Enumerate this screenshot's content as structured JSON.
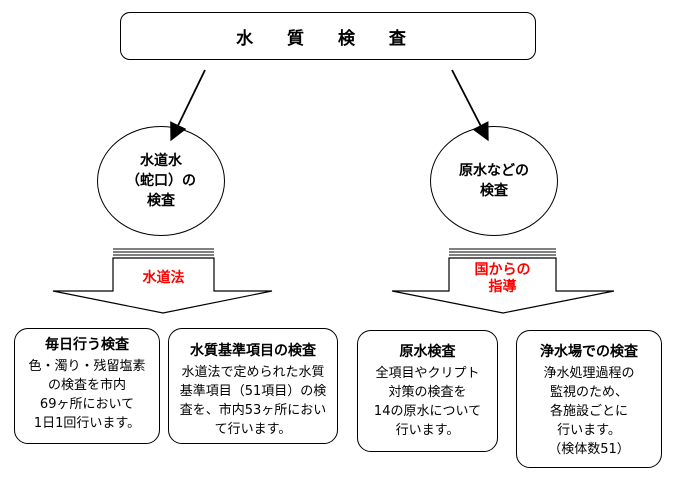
{
  "title": "水 質 検 査",
  "left_ellipse": "水道水\n（蛇口）の\n検査",
  "right_ellipse": "原水などの\n検査",
  "left_law": "水道法",
  "right_law": "国からの\n指導",
  "cards": [
    {
      "title": "毎日行う検査",
      "body": "色・濁り・残留塩素\nの検査を市内\n69ヶ所において\n1日1回行います。"
    },
    {
      "title": "水質基準項目の検査",
      "body": "水道法で定められた水質\n基準項目（51項目）の検\n査を、市内53ヶ所におい\nて行います。"
    },
    {
      "title": "原水検査",
      "body": "全項目やクリプト\n対策の検査を\n14の原水について\n行います。"
    },
    {
      "title": "浄水場での検査",
      "body": "浄水処理過程の\n監視のため、\n各施設ごとに\n行います。\n（検体数51）"
    }
  ]
}
